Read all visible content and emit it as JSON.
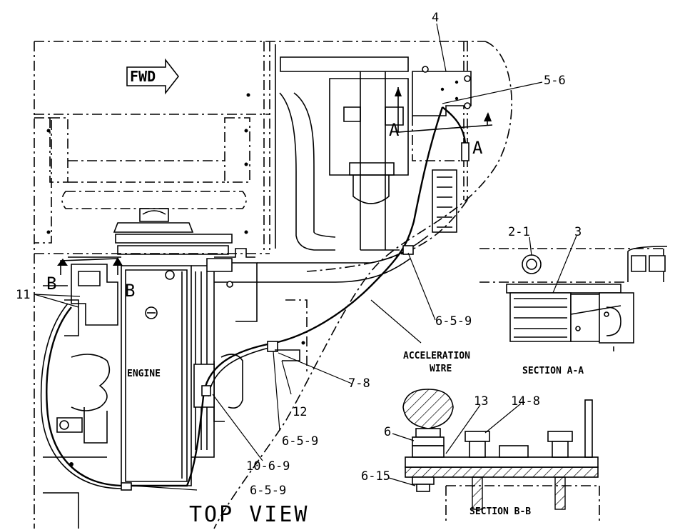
{
  "labels": {
    "fwd": "FWD",
    "part_4": "4",
    "part_5_6": "5-6",
    "section_a_left": "A",
    "section_a_right": "A",
    "section_b_left": "B",
    "section_b_right": "B",
    "part_11": "11",
    "engine": "ENGINE",
    "part_6_5_9_upper": "6-5-9",
    "acceleration_line1": "ACCELERATION",
    "acceleration_line2": "WIRE",
    "part_7_8": "7-8",
    "part_12": "12",
    "part_6_5_9_middle": "6-5-9",
    "part_10_6_9": "10-6-9",
    "part_6_5_9_lower": "6-5-9",
    "top_view": "TOP VIEW",
    "part_2_1": "2-1",
    "part_3": "3",
    "section_aa": "SECTION A-A",
    "part_13": "13",
    "part_14_8": "14-8",
    "part_6": "6",
    "part_6_15": "6-15",
    "section_bb": "SECTION B-B"
  }
}
